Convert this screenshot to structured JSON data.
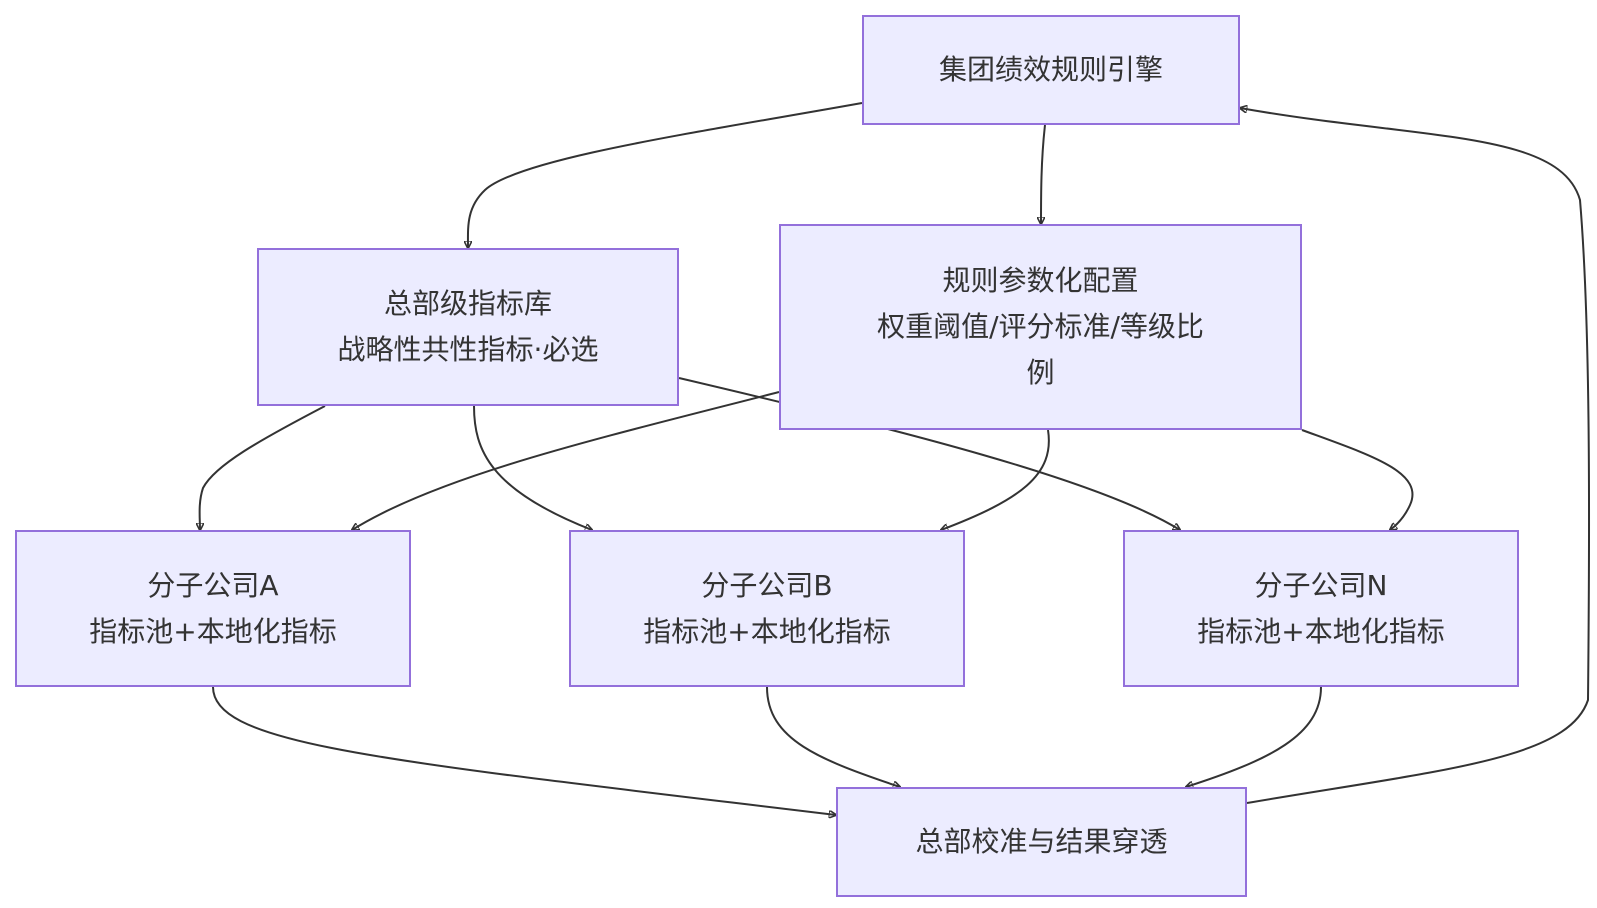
{
  "diagram": {
    "nodes": {
      "engine": {
        "lines": [
          "集团绩效规则引擎"
        ]
      },
      "library": {
        "lines": [
          "总部级指标库",
          "战略性共性指标·必选"
        ]
      },
      "config": {
        "lines": [
          "规则参数化配置",
          "权重阈值/评分标准/等级比",
          "例"
        ]
      },
      "company_a": {
        "lines": [
          "分子公司A",
          "指标池+本地化指标"
        ]
      },
      "company_b": {
        "lines": [
          "分子公司B",
          "指标池+本地化指标"
        ]
      },
      "company_n": {
        "lines": [
          "分子公司N",
          "指标池+本地化指标"
        ]
      },
      "calibration": {
        "lines": [
          "总部校准与结果穿透"
        ]
      }
    },
    "edges": [
      {
        "from": "engine",
        "to": "library"
      },
      {
        "from": "engine",
        "to": "config"
      },
      {
        "from": "library",
        "to": "company_a"
      },
      {
        "from": "library",
        "to": "company_b"
      },
      {
        "from": "library",
        "to": "company_n"
      },
      {
        "from": "config",
        "to": "company_a"
      },
      {
        "from": "config",
        "to": "company_b"
      },
      {
        "from": "config",
        "to": "company_n"
      },
      {
        "from": "company_a",
        "to": "calibration"
      },
      {
        "from": "company_b",
        "to": "calibration"
      },
      {
        "from": "company_n",
        "to": "calibration"
      },
      {
        "from": "calibration",
        "to": "engine"
      }
    ],
    "colors": {
      "node_fill": "#ececff",
      "node_border": "#9370db",
      "edge": "#333333",
      "text": "#333333"
    }
  }
}
